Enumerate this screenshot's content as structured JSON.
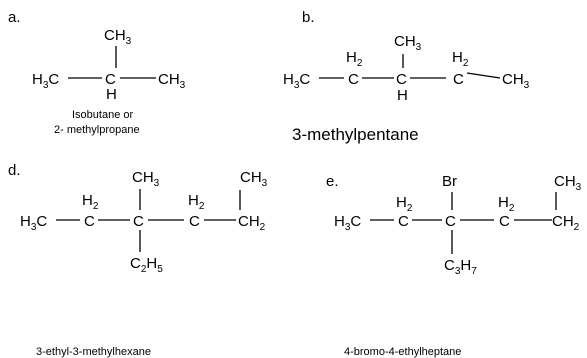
{
  "panels": {
    "a": {
      "label": "a.",
      "name_line1": "Isobutane  or",
      "name_line2": "2- methylpropane"
    },
    "b": {
      "label": "b.",
      "name": "3-methylpentane"
    },
    "d": {
      "label": "d.",
      "name": "3-ethyl-3-methylhexane"
    },
    "e": {
      "label": "e.",
      "name": "4-bromo-4-ethylheptane"
    }
  },
  "groups": {
    "ch3": {
      "main": "CH",
      "sub": "3"
    },
    "h3c": {
      "pre": "H",
      "sub": "3",
      "post": "C"
    },
    "h2": {
      "main": "H",
      "sub": "2"
    },
    "ch2": {
      "main": "CH",
      "sub": "2"
    },
    "c2h5": {
      "c": "C",
      "s1": "2",
      "h": "H",
      "s2": "5"
    },
    "c3h7": {
      "c": "C",
      "s1": "3",
      "h": "H",
      "s2": "7"
    },
    "c": "C",
    "h": "H",
    "br": "Br"
  }
}
